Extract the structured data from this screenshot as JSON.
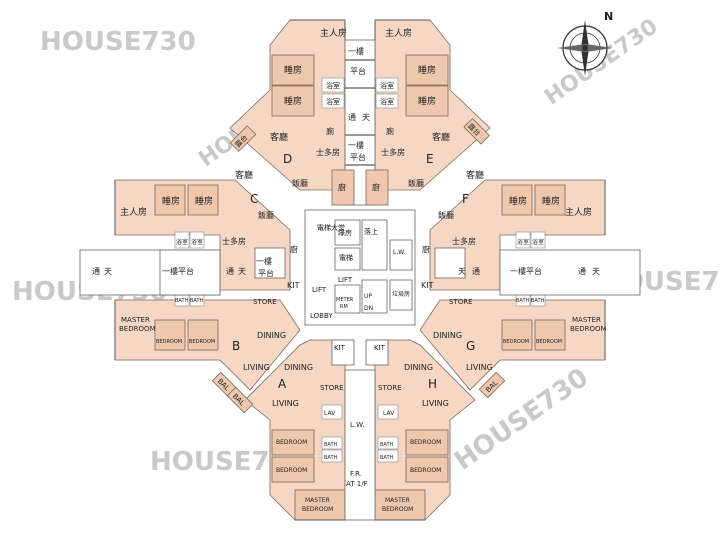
{
  "watermark": "HOUSE730",
  "compass": {
    "label": "N"
  },
  "units": {
    "A": "A",
    "B": "B",
    "C": "C",
    "D": "D",
    "E": "E",
    "F": "F",
    "G": "G",
    "H": "H"
  },
  "labels": {
    "master_cn": "主人房",
    "bedroom_cn": "睡房",
    "bath_cn": "浴室",
    "toilet_cn": "廁",
    "maid_cn": "士多房",
    "living_cn": "客廳",
    "dining_cn": "飯廳",
    "kitchen_cn": "廚",
    "balcony_cn": "露台",
    "void_l_cn": "通",
    "void_r_cn": "天",
    "podium_1f_cn": "一樓平台",
    "podium_1f_short_cn": "一樓",
    "podium_short_cn": "平台",
    "lift_hall_cn": "電梯大堂",
    "lift_cn": "電梯",
    "refuse_cn": "垃圾房",
    "garbage_cn": "綠房",
    "pipe_cn": "落上",
    "master": "MASTER BEDROOM",
    "master_l1": "MASTER",
    "master_l2": "BEDROOM",
    "bedroom": "BEDROOM",
    "bath": "BATH",
    "lav": "LAV",
    "store": "STORE",
    "kit": "KIT",
    "living": "LIVING",
    "dining": "DINING",
    "bal": "BAL",
    "lw": "L.W.",
    "lift": "LIFT",
    "lobby": "LOBBY",
    "meter": "METER RM",
    "meter_l1": "METER",
    "meter_l2": "RM",
    "up": "UP",
    "dn": "DN",
    "fr_l1": "F.R.",
    "fr_l2": "AT 1/F"
  }
}
